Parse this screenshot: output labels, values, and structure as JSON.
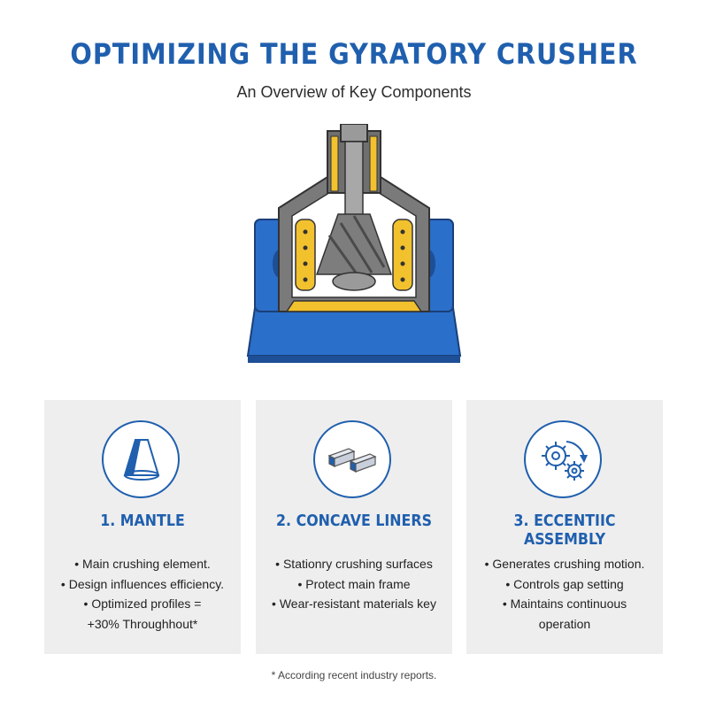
{
  "header": {
    "title": "OPTIMIZING THE GYRATORY CRUSHER",
    "subtitle": "An Overview of Key Components"
  },
  "cards": [
    {
      "icon": "cone-icon",
      "title": "1. MANTLE",
      "bullets": [
        "• Main crushing element.",
        "• Design influences efficiency.",
        "• Optimized profiles =",
        "+30% Throughhout*"
      ]
    },
    {
      "icon": "liner-blocks-icon",
      "title": "2. CONCAVE LINERS",
      "bullets": [
        "• Stationry crushing surfaces",
        "• Protect main frame",
        "• Wear-resistant materials key"
      ]
    },
    {
      "icon": "gears-icon",
      "title": "3. ECCENTIIC ASSEMBLY",
      "bullets": [
        "• Generates crushing motion.",
        "• Controls gap setting",
        "• Maintains continuous",
        "operation"
      ]
    }
  ],
  "footnote": "* According recent industry reports.",
  "colors": {
    "accent_blue": "#1f5fae",
    "frame_gray": "#6f6f6f",
    "liner_yellow": "#f2c12e",
    "base_blue": "#2a6fc9",
    "card_bg": "#eeeeee"
  }
}
